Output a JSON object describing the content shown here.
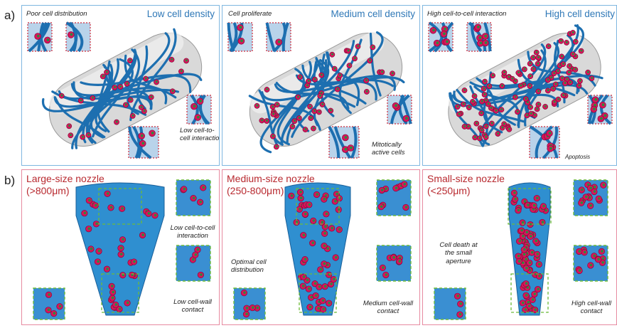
{
  "row_labels": {
    "a": "a)",
    "b": "b)"
  },
  "density_panels": [
    {
      "density": "Low cell density",
      "note_top": "Poor cell distribution",
      "note_bottom": "Low cell-to-cell interaction",
      "cells": 26,
      "fibers": 22
    },
    {
      "density": "Medium cell density",
      "note_top": "Cell proliferate",
      "note_bottom": "Mitotically active cells",
      "cells": 48,
      "fibers": 22
    },
    {
      "density": "High cell density",
      "note_top": "High cell-to-cell interaction",
      "note_bottom": "Apoptosis",
      "cells": 110,
      "fibers": 20
    }
  ],
  "nozzle_panels": [
    {
      "title": "Large-size nozzle",
      "size": "(>800μm)",
      "note_mid": "Low cell-to-cell interaction",
      "note_bottom": "Low cell-wall contact",
      "note_left": ""
    },
    {
      "title": "Medium-size nozzle",
      "size": "(250-800μm)",
      "note_mid": "",
      "note_bottom": "Medium cell-wall contact",
      "note_left": "Optimal cell distribution"
    },
    {
      "title": "Small-size nozzle",
      "size": "(<250μm)",
      "note_mid": "",
      "note_bottom": "High cell-wall contact",
      "note_left": "Cell death at the small aperture"
    }
  ],
  "colors": {
    "fiber": "#1d6fb0",
    "cell": "#d9135c",
    "nucleus": "#2e8b3c",
    "zoom_box": "#d02a3a",
    "nozzle": "#2f8fd0",
    "dash": "#6dbb3a"
  }
}
